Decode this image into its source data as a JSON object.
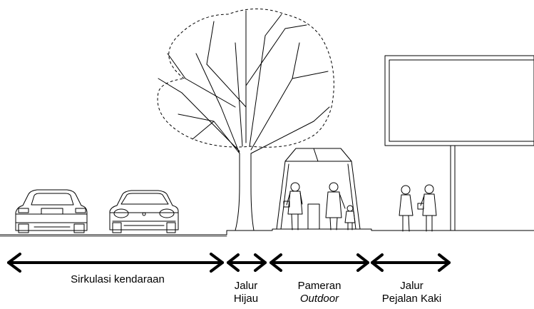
{
  "zones": [
    {
      "id": "vehicle-circulation",
      "label_lines": [
        "Sirkulasi kendaraan"
      ],
      "italic_line": null
    },
    {
      "id": "green-strip",
      "label_lines": [
        "Jalur",
        "Hijau"
      ],
      "italic_line": null
    },
    {
      "id": "outdoor-exhibition",
      "label_lines": [
        "Pameran",
        "Outdoor"
      ],
      "italic_line": 1
    },
    {
      "id": "pedestrian-path",
      "label_lines": [
        "Jalur",
        "Pejalan Kaki"
      ],
      "italic_line": null
    }
  ],
  "colors": {
    "line": "#000000",
    "background": "#ffffff"
  },
  "drawn_objects": [
    "car-rear-icon",
    "car-front-icon",
    "tree-icon",
    "exhibition-tent-icon",
    "woman-figure-icon",
    "elderly-woman-figure-icon",
    "child-figure-icon",
    "billboard-icon",
    "pedestrian-woman-icon",
    "pedestrian-woman-bag-icon"
  ]
}
